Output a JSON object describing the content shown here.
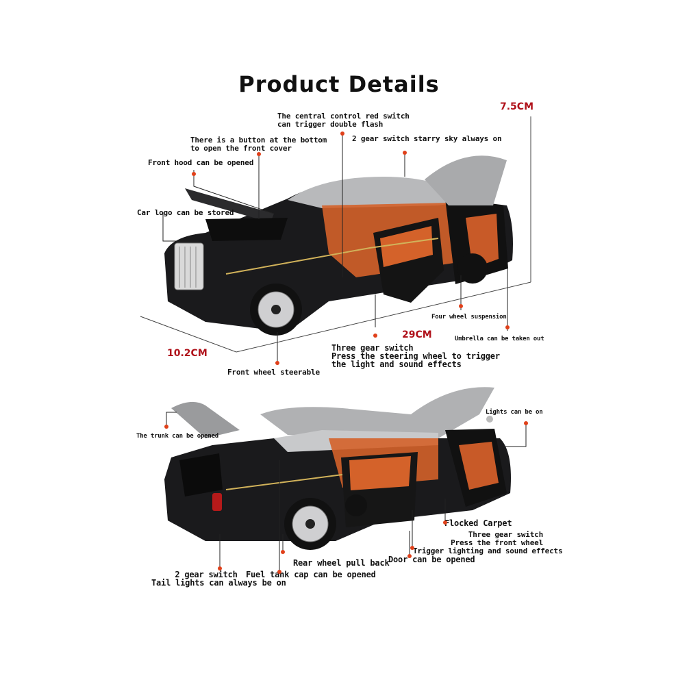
{
  "title": "Product Details",
  "dimensions": {
    "height": "7.5CM",
    "length": "29CM",
    "width": "10.2CM"
  },
  "top_labels": {
    "central_switch": [
      "The central control red switch",
      "can trigger double flash"
    ],
    "front_cover_button": [
      "There is a button at the bottom",
      "to open the front cover"
    ],
    "starry_sky": "2 gear switch starry sky always on",
    "front_hood": "Front hood can be opened",
    "car_logo": "Car logo can be stored",
    "suspension": "Four wheel suspension",
    "umbrella": "Umbrella can be taken out",
    "three_gear": [
      "Three gear switch",
      "Press the steering wheel to trigger",
      "the light and sound effects"
    ],
    "front_wheel": "Front wheel steerable"
  },
  "bottom_labels": {
    "trunk": "The trunk can be opened",
    "lights": "Lights can be on",
    "carpet": "Flocked Carpet",
    "three_gear": [
      "Three gear switch",
      "Press the front wheel",
      "Trigger lighting and sound effects"
    ],
    "rear_wheel": "Rear wheel pull back",
    "door": "Door can be opened",
    "fuel_tank": "Fuel tank cap can be opened",
    "tail_lights": [
      "2 gear switch",
      "Tail lights can always be on"
    ]
  },
  "colors": {
    "accent_dot": "#e0401a",
    "dimension_red": "#b0121b",
    "body_black": "#1a1a1c",
    "silver": "#b8b9bb",
    "interior_orange": "#d4622a"
  }
}
